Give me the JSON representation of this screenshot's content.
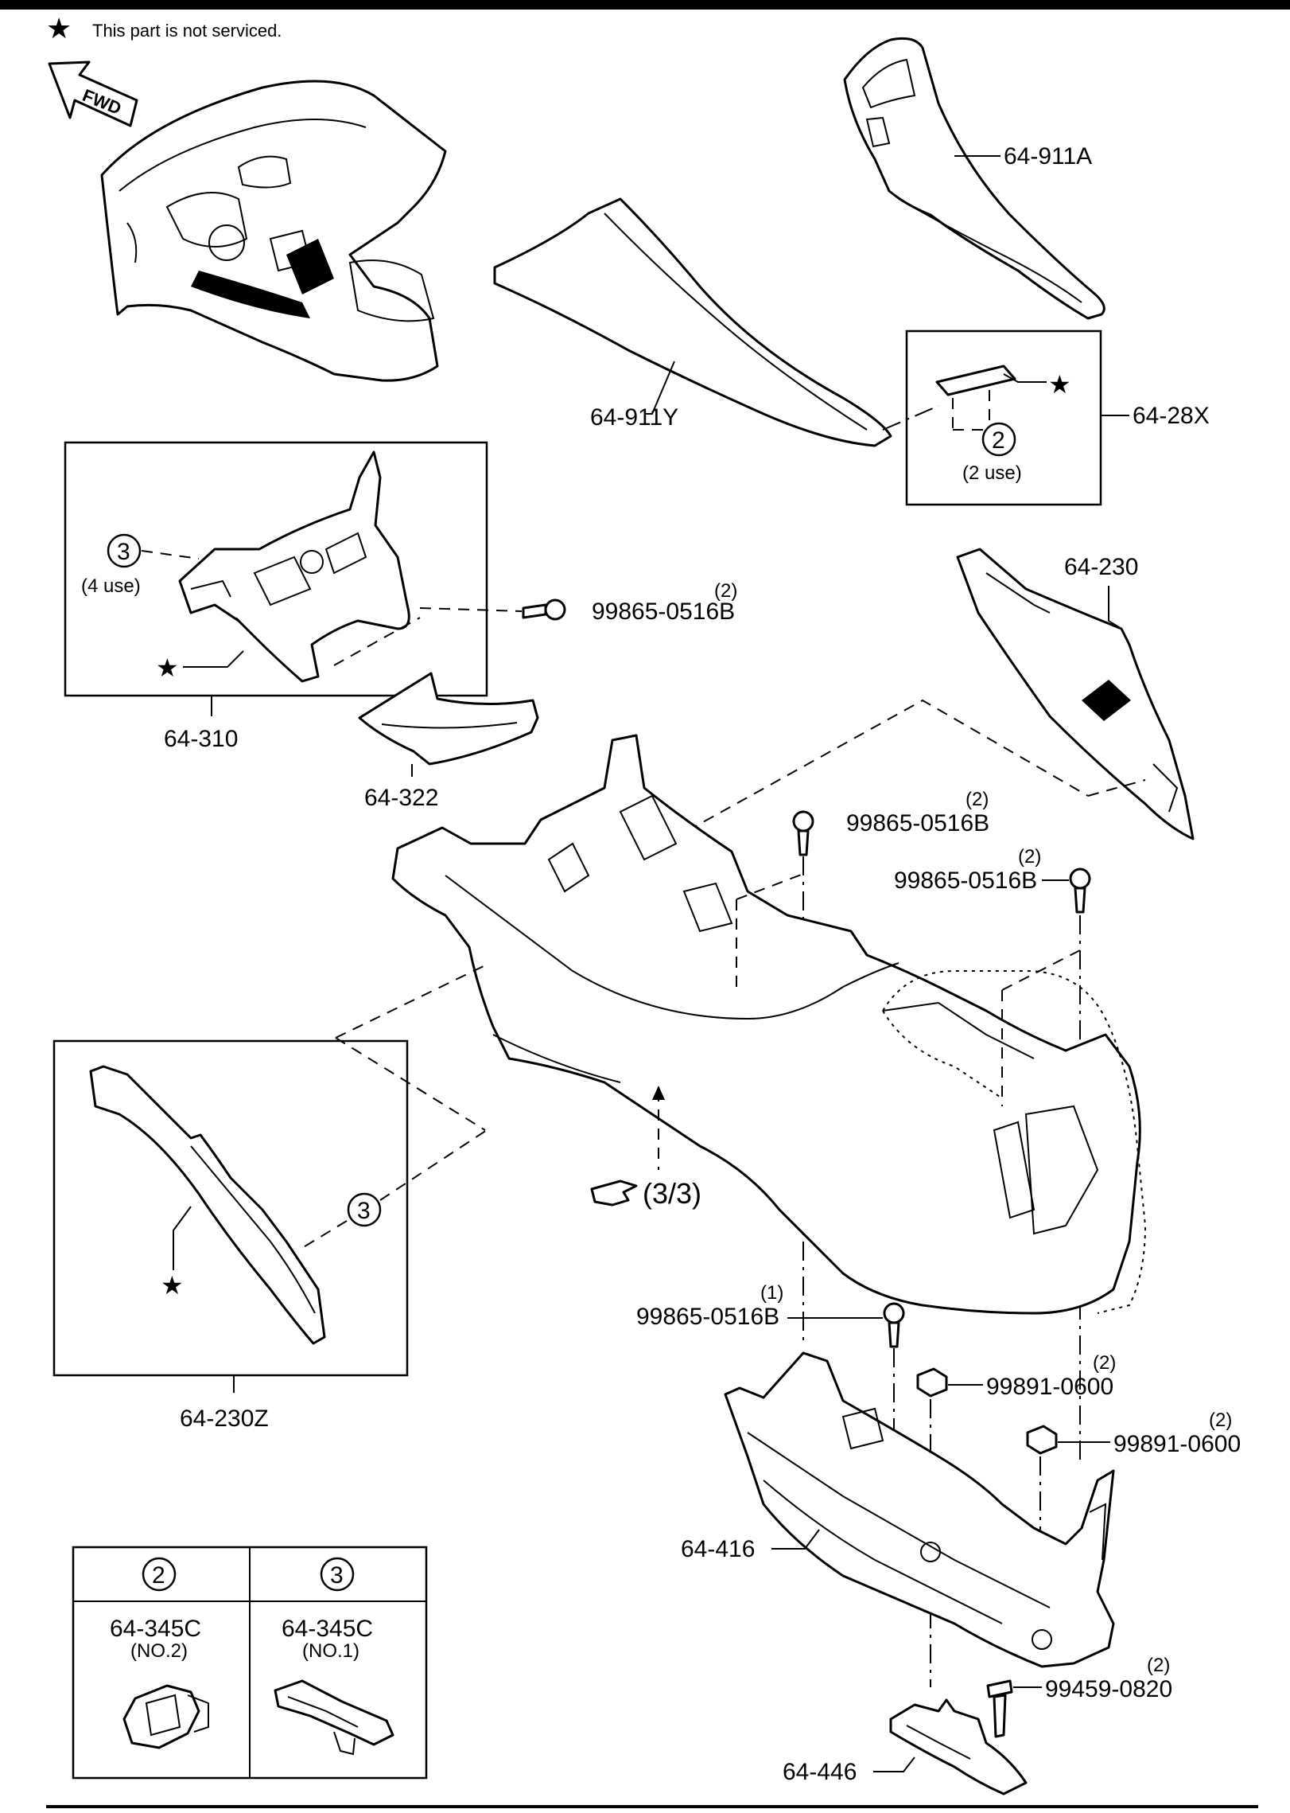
{
  "note": {
    "star_text": "This part is not serviced."
  },
  "fwd_label": "FWD",
  "callouts": {
    "p64_911A": "64-911A",
    "p64_911Y": "64-911Y",
    "p64_28X": "64-28X",
    "ref2_28x": "2",
    "use_2": "(2 use)",
    "p64_230": "64-230",
    "ref3_310": "3",
    "use_4": "(4 use)",
    "screw_a": "99865-0516B",
    "screw_a_qty": "(2)",
    "p64_310": "64-310",
    "p64_322": "64-322",
    "screw_b": "99865-0516B",
    "screw_b_qty": "(2)",
    "screw_c": "99865-0516B",
    "screw_c_qty": "(2)",
    "ref3_230z": "3",
    "page_ref": "(3/3)",
    "screw_d": "99865-0516B",
    "screw_d_qty": "(1)",
    "nut_a": "99891-0600",
    "nut_a_qty": "(2)",
    "nut_b": "99891-0600",
    "nut_b_qty": "(2)",
    "p64_230Z": "64-230Z",
    "p64_416": "64-416",
    "bolt": "99459-0820",
    "bolt_qty": "(2)",
    "p64_446": "64-446"
  },
  "legend": {
    "col1": {
      "ref": "2",
      "part": "64-345C",
      "sub": "(NO.2)"
    },
    "col2": {
      "ref": "3",
      "part": "64-345C",
      "sub": "(NO.1)"
    }
  },
  "colors": {
    "line": "#000000",
    "background": "#ffffff"
  },
  "icons": [
    "star-icon",
    "fwd-arrow-icon",
    "pointing-hand-icon"
  ]
}
